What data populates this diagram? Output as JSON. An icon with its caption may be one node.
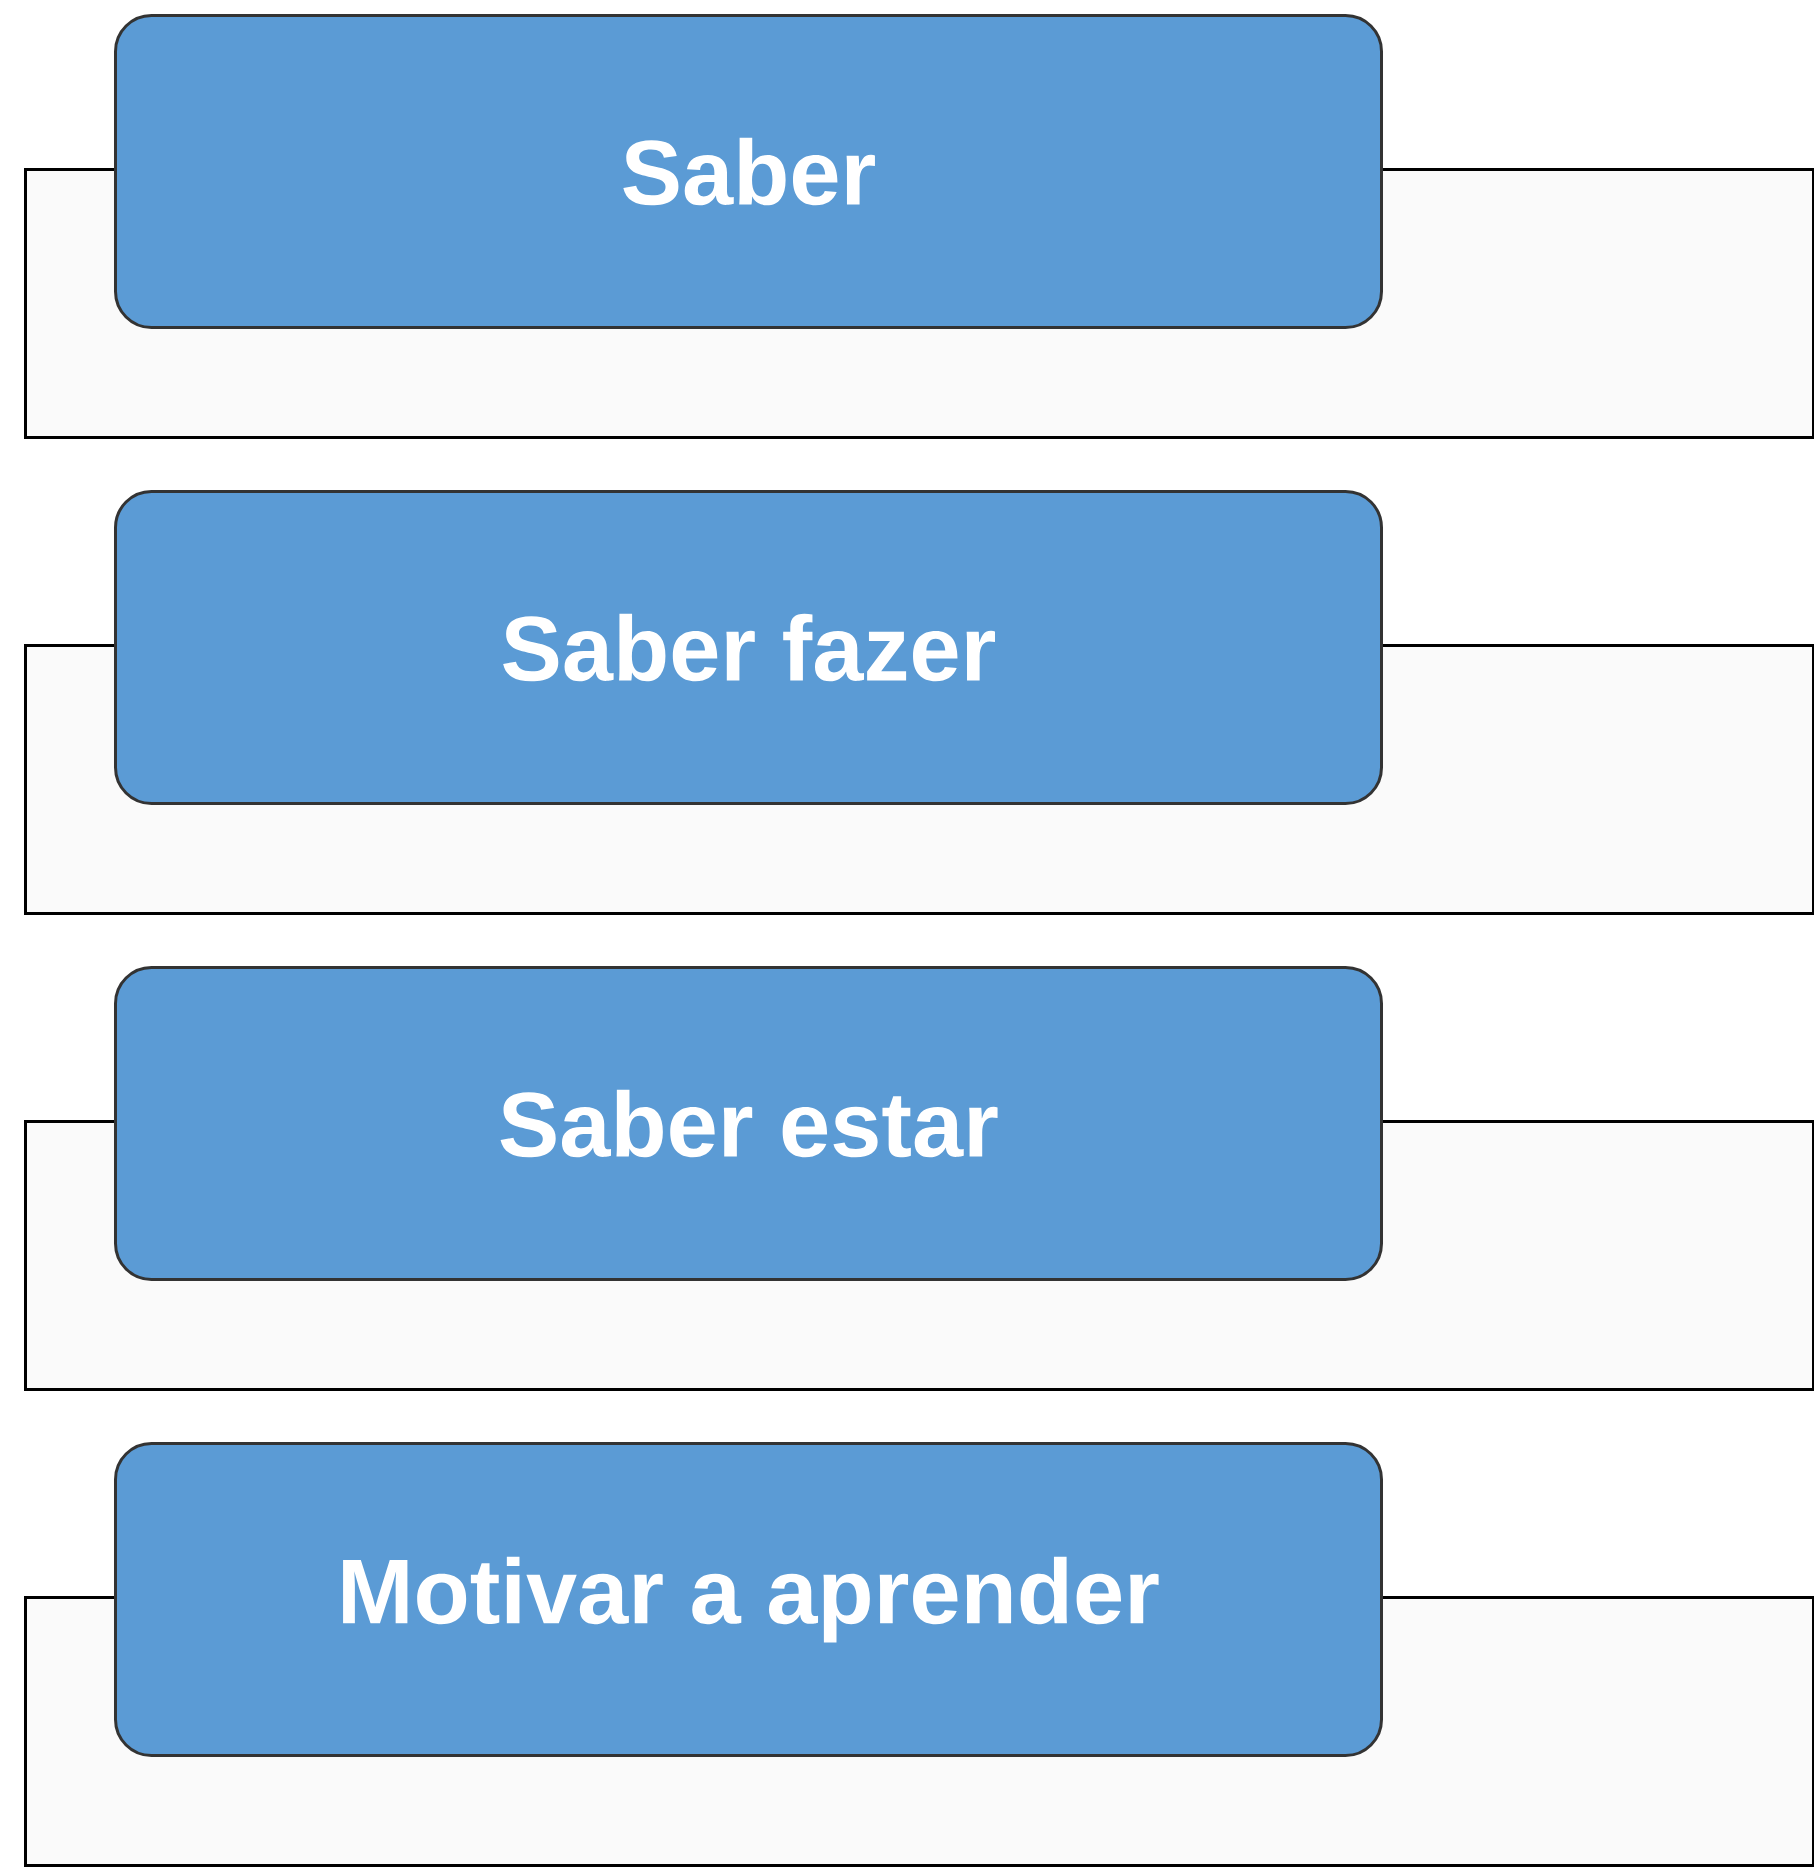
{
  "diagram": {
    "nodes": [
      {
        "text": [
          "Saber"
        ]
      },
      {
        "text": [],
        "shape": "box"
      },
      {
        "text": [
          "Saber fazer"
        ]
      },
      {
        "text": [],
        "shape": "box"
      },
      {
        "text": [
          "Saber estar"
        ]
      },
      {
        "text": [],
        "shape": "box"
      },
      {
        "text": [
          "Motivar a aprender"
        ]
      },
      {
        "text": [],
        "shape": "box"
      }
    ]
  }
}
